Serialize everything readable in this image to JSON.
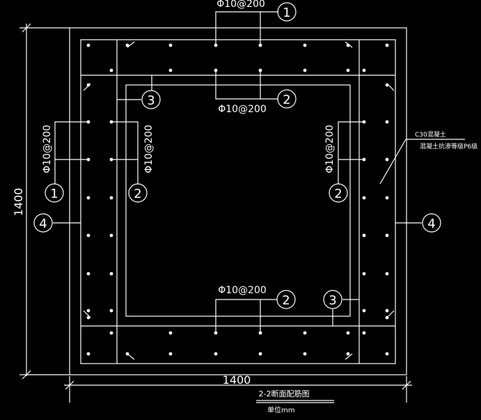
{
  "drawing": {
    "dim_horizontal": "1400",
    "dim_vertical": "1400",
    "title": "2-2断面配筋图",
    "unit_note": "单位mm",
    "material_note_line1": "C30混凝土",
    "material_note_line2": "混凝土抗渗等级P6级",
    "rebar_spec": "Φ10@200",
    "callout_1": "1",
    "callout_2": "2",
    "callout_3": "3",
    "callout_4": "4"
  }
}
